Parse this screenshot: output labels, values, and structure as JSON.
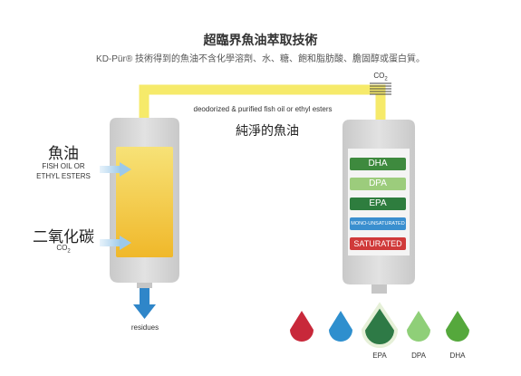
{
  "header": {
    "title": "超臨界魚油萃取技術",
    "subtitle": "KD-Pür® 技術得到的魚油不含化學溶劑、水、糖、飽和脂肪酸、膽固醇或蛋白質。"
  },
  "inputs": {
    "fish_oil_zh": "魚油",
    "fish_oil_en_line1": "FISH OIL OR",
    "fish_oil_en_line2": "ETHYL ESTERS",
    "co2_zh": "二氧化碳",
    "co2_formula": "CO",
    "co2_sub": "2"
  },
  "flow": {
    "pipe_label": "deodorized & purified fish oil or ethyl esters",
    "product_zh": "純淨的魚油",
    "co2_top": "CO",
    "co2_top_sub": "2",
    "residues": "residues"
  },
  "fractions": [
    {
      "label": "DHA",
      "color": "#3e8a3e"
    },
    {
      "label": "DPA",
      "color": "#9ccc7c"
    },
    {
      "label": "EPA",
      "color": "#2e7d3e"
    },
    {
      "label": "MONO-UNSATURATED",
      "color": "#3a8fcf"
    },
    {
      "label": "SATURATED",
      "color": "#d03a3a"
    }
  ],
  "legend": {
    "drops": [
      "#c8283a",
      "#2e8fce",
      "#2e7a46",
      "#8fcf78",
      "#55a83c"
    ],
    "labels": [
      "EPA",
      "DPA",
      "DHA"
    ]
  }
}
